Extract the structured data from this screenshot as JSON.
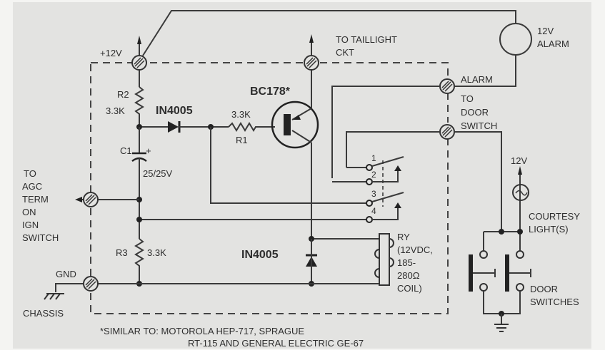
{
  "diagram": {
    "title": "Car alarm circuit schematic",
    "terminals": {
      "plus12v": "+12V",
      "taillight_line1": "TO TAILLIGHT",
      "taillight_line2": "CKT",
      "alarm": "ALARM",
      "door_line1": "TO",
      "door_line2": "DOOR",
      "door_line3": "SWITCH",
      "agc_line1": "TO",
      "agc_line2": "AGC",
      "agc_line3": "TERM",
      "agc_line4": "ON",
      "agc_line5": "IGN",
      "agc_line6": "SWITCH",
      "gnd": "GND",
      "chassis": "CHASSIS"
    },
    "components": {
      "r2_name": "R2",
      "r2_value": "3.3K",
      "d1_name": "IN4005",
      "r1_value": "3.3K",
      "r1_name": "R1",
      "transistor": "BC178*",
      "c1_name": "C1",
      "c1_plus": "+",
      "c1_value": "25/25V",
      "r3_name": "R3",
      "r3_value": "3.3K",
      "d2_name": "IN4005",
      "relay_line1": "RY",
      "relay_line2": "(12VDC,",
      "relay_line3": "185-",
      "relay_line4": "280Ω",
      "relay_line5": "COIL)",
      "contact_1": "1",
      "contact_2": "2",
      "contact_3": "3",
      "contact_4": "4"
    },
    "external": {
      "alarm_line1": "12V",
      "alarm_line2": "ALARM",
      "supply": "12V",
      "courtesy_line1": "COURTESY",
      "courtesy_line2": "LIGHT(S)",
      "switches_line1": "DOOR",
      "switches_line2": "SWITCHES"
    },
    "footnote": {
      "line1": "*SIMILAR TO:  MOTOROLA HEP-717, SPRAGUE",
      "line2": "RT-115 AND GENERAL ELECTRIC GE-67"
    }
  }
}
